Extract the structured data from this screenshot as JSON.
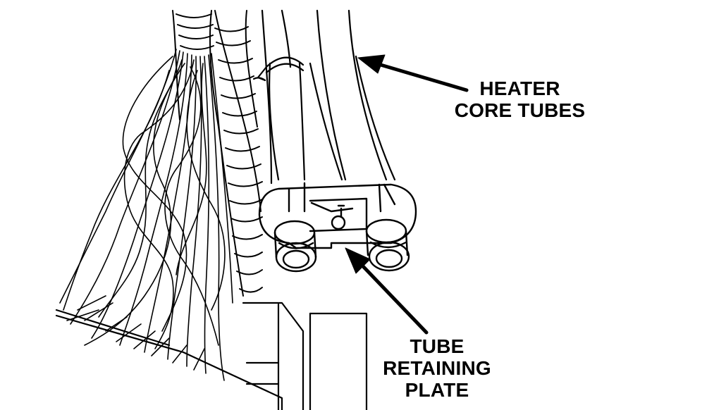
{
  "labels": {
    "heater_core_tubes": [
      "HEATER",
      "CORE TUBES"
    ],
    "tube_retaining_plate": [
      "TUBE",
      "RETAINING",
      "PLATE"
    ]
  },
  "colors": {
    "ink": "#000000",
    "paper": "#ffffff"
  }
}
